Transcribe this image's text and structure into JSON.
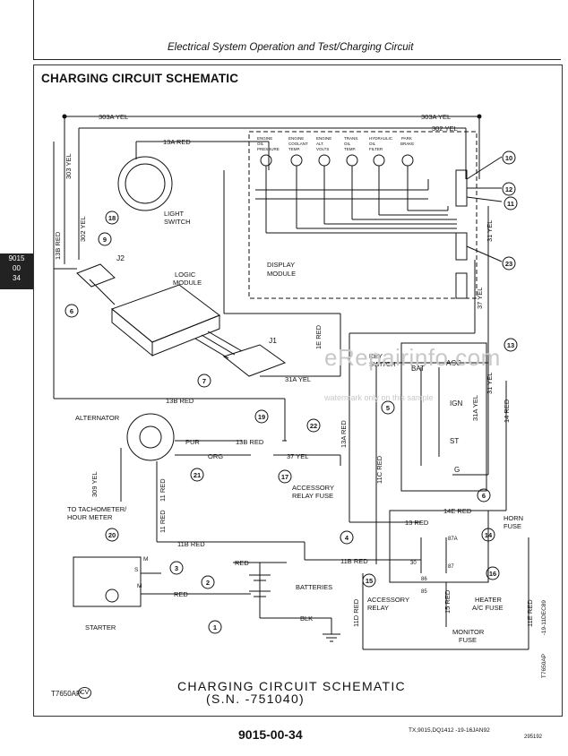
{
  "header": {
    "title": "Electrical System Operation and Test/Charging Circuit"
  },
  "section_title": "CHARGING CIRCUIT SCHEMATIC",
  "tab_label": [
    "9015",
    "00",
    "34"
  ],
  "wire_labels": {
    "w303a_yel_left": "303A YEL",
    "w303a_yel_right": "303A YEL",
    "w302_yel_top": "302 YEL",
    "w13a_red_top": "13A RED",
    "w303_yel": "303 YEL",
    "w302_yel_left": "302 YEL",
    "w13b_red_left": "13B RED",
    "w13b_red_mid": "13B RED",
    "w31_yel_right": "31 YEL",
    "w37_yel_right": "37 YEL",
    "w1e_red": "1E RED",
    "w31a_yel_j1": "31A YEL",
    "w13b_red_alt": "13B RED",
    "w37_yel_alt": "37 YEL",
    "w13a_red_mid": "13A RED",
    "w11c_red": "11C RED",
    "w31a_yel_key": "31A YEL",
    "w31_yel_key": "31 YEL",
    "w14_red": "14 RED",
    "w309_yel": "309 YEL",
    "w11_red": "11 RED",
    "w14e_red": "14E RED",
    "w13_red": "13 RED",
    "w11b_red_top": "11B RED",
    "w11b_red_right": "11B RED",
    "w_red_batt": "RED",
    "w_red_start": "RED",
    "w11d_red": "11D RED",
    "w15_red": "15 RED",
    "w11e_red": "11E RED",
    "w_blk": "BLK",
    "pur": "PUR",
    "org": "ORG"
  },
  "component_labels": {
    "light_switch": [
      "LIGHT",
      "SWITCH"
    ],
    "j2": "J2",
    "logic_module": [
      "LOGIC",
      "MODULE"
    ],
    "j1": "J1",
    "display_module": [
      "DISPLAY",
      "MODULE"
    ],
    "key_switch": [
      "KEY",
      "SWITCH"
    ],
    "bat": "BAT",
    "acc": "ACC",
    "ign": "IGN",
    "st": "ST",
    "g": "G",
    "alternator": "ALTERNATOR",
    "tach": [
      "TO TACHOMETER/",
      "HOUR METER"
    ],
    "accessory_relay_fuse": [
      "ACCESSORY",
      "RELAY FUSE"
    ],
    "horn_fuse": [
      "HORN",
      "FUSE"
    ],
    "batteries": "BATTERIES",
    "starter": "STARTER",
    "accessory_relay": [
      "ACCESSORY",
      "RELAY"
    ],
    "heater_fuse": [
      "HEATER",
      "A/C FUSE"
    ],
    "monitor_fuse": [
      "MONITOR",
      "FUSE"
    ],
    "relay_87a": "87A",
    "relay_87": "87",
    "relay_30": "30",
    "relay_85": "85",
    "relay_86": "86",
    "starter_s": "S",
    "starter_m": "M",
    "starter_m2": "M"
  },
  "gauge_labels": [
    [
      "ENGINE",
      "OIL",
      "PRESSURE"
    ],
    [
      "ENGINE",
      "COOLANT",
      "TEMP."
    ],
    [
      "ENGINE",
      "ALT.",
      "VOLTS"
    ],
    [
      "TRANS.",
      "OIL",
      "TEMP."
    ],
    [
      "HYDRAULIC",
      "OIL",
      "FILTER"
    ],
    [
      "PARK",
      "BRAKE"
    ]
  ],
  "callouts": [
    "1",
    "2",
    "3",
    "4",
    "5",
    "6",
    "6",
    "7",
    "9",
    "10",
    "11",
    "12",
    "13",
    "14",
    "15",
    "16",
    "17",
    "18",
    "19",
    "20",
    "21",
    "22",
    "23"
  ],
  "caption": {
    "line1": "CHARGING CIRCUIT SCHEMATIC",
    "line2": "(S.N.    -751040)"
  },
  "figure_id": "T7650AP",
  "figure_tag": "CV",
  "side_ref": "T7650AP",
  "side_ref2": "-19-11DEC89",
  "page_number": "9015-00-34",
  "doc_ref": "TX,9015,DQ1412 -19-16JAN92",
  "doc_ref2": "295192",
  "watermark": {
    "main": "eRepairinfo.com",
    "sub": "watermark only on this sample"
  }
}
